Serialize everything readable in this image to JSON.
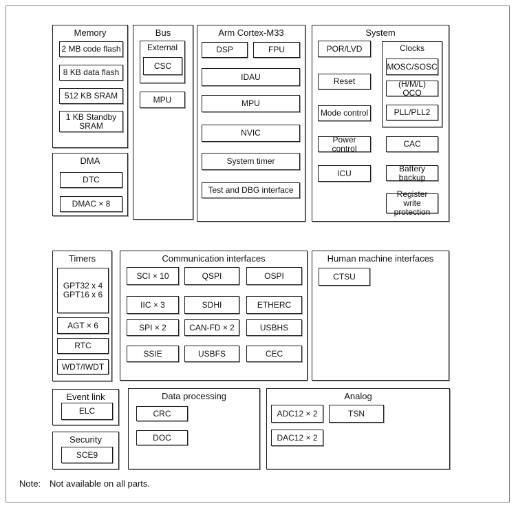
{
  "colors": {
    "background": "#ffffff",
    "line": "#1a1a1a",
    "shadow": "#9c9c9c",
    "frame": "#828282"
  },
  "memory": {
    "title": "Memory",
    "code_flash": "2 MB code flash",
    "data_flash": "8 KB data flash",
    "sram": "512 KB SRAM",
    "standby_sram": "1 KB Standby SRAM"
  },
  "dma": {
    "title": "DMA",
    "dtc": "DTC",
    "dmac": "DMAC × 8"
  },
  "bus": {
    "title": "Bus",
    "external": "External",
    "csc": "CSC",
    "mpu": "MPU"
  },
  "cortex": {
    "title": "Arm Cortex-M33",
    "dsp": "DSP",
    "fpu": "FPU",
    "idau": "IDAU",
    "mpu": "MPU",
    "nvic": "NVIC",
    "system_timer": "System timer",
    "test_dbg": "Test and DBG interface"
  },
  "system": {
    "title": "System",
    "por_lvd": "POR/LVD",
    "reset": "Reset",
    "mode_control": "Mode control",
    "power_control": "Power control",
    "icu": "ICU",
    "clocks": {
      "title": "Clocks",
      "mosc_sosc": "MOSC/SOSC",
      "oco": "(H/M/L) OCO",
      "pll": "PLL/PLL2"
    },
    "cac": "CAC",
    "battery_backup": "Battery backup",
    "reg_write_protection": "Register write protection"
  },
  "timers": {
    "title": "Timers",
    "gpt_line1": "GPT32 x 4",
    "gpt_line2": "GPT16 x 6",
    "agt": "AGT × 6",
    "rtc": "RTC",
    "wdt": "WDT/IWDT"
  },
  "comm": {
    "title": "Communication interfaces",
    "sci": "SCI × 10",
    "qspi": "QSPI",
    "ospi": "OSPI",
    "iic": "IIC × 3",
    "sdhi": "SDHI",
    "etherc": "ETHERC",
    "spi": "SPI × 2",
    "canfd": "CAN-FD × 2",
    "usbhs": "USBHS",
    "ssie": "SSIE",
    "usbfs": "USBFS",
    "cec": "CEC"
  },
  "hmi": {
    "title": "Human machine interfaces",
    "ctsu": "CTSU"
  },
  "event_link": {
    "title": "Event link",
    "elc": "ELC"
  },
  "security": {
    "title": "Security",
    "sce9": "SCE9"
  },
  "data_processing": {
    "title": "Data processing",
    "crc": "CRC",
    "doc": "DOC"
  },
  "analog": {
    "title": "Analog",
    "adc": "ADC12 × 2",
    "tsn": "TSN",
    "dac": "DAC12 × 2"
  },
  "note": {
    "label": "Note:",
    "text": "Not available on all parts."
  }
}
